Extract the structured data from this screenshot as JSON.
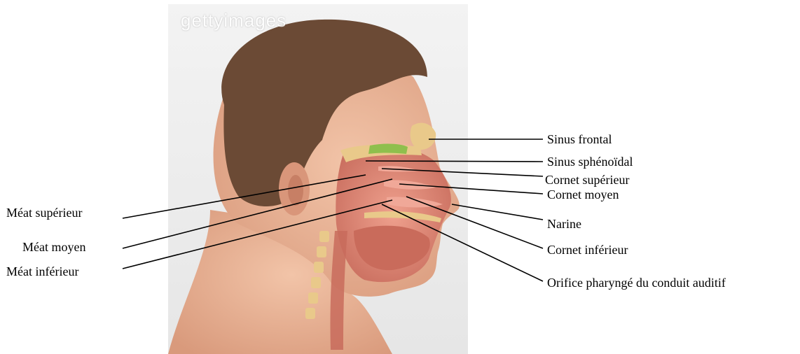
{
  "watermark": "gettyimages",
  "labels": {
    "sinus_frontal": "Sinus frontal",
    "sinus_sphenoidal": "Sinus sphénoïdal",
    "cornet_superieur": "Cornet supérieur",
    "cornet_moyen": "Cornet moyen",
    "narine": "Narine",
    "cornet_inferieur": "Cornet inférieur",
    "orifice_pharynge": "Orifice pharyngé du conduit auditif",
    "meat_superieur": "Méat supérieur",
    "meat_moyen": "Méat moyen",
    "meat_inferieur": "Méat inférieur"
  },
  "colors": {
    "skin": "#e8b498",
    "hair": "#6b4a35",
    "mucosa": "#d87f6e",
    "bone": "#e9c98a",
    "sinus_green": "#8fbf4d",
    "leader": "#000000"
  }
}
